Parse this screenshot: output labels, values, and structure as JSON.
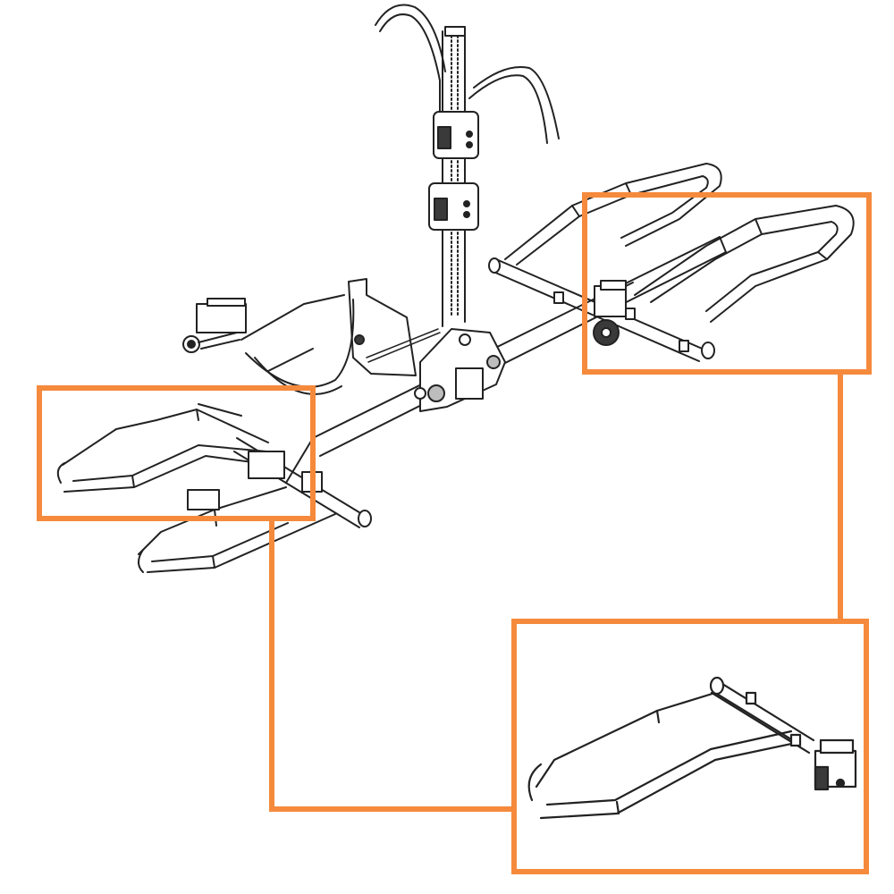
{
  "diagram": {
    "callout_color": "#f58a3c",
    "line_color": "#222222",
    "part_fill": "#ffffff",
    "shade_fill": "#bdbdbd",
    "dark_fill": "#3a3a3a",
    "callouts": [
      {
        "name": "detail-box-right-tray-end",
        "role": "highlighted region"
      },
      {
        "name": "detail-box-left-tray-end",
        "role": "highlighted region"
      },
      {
        "name": "detail-view-tray-arm",
        "role": "enlarged detail"
      }
    ]
  }
}
